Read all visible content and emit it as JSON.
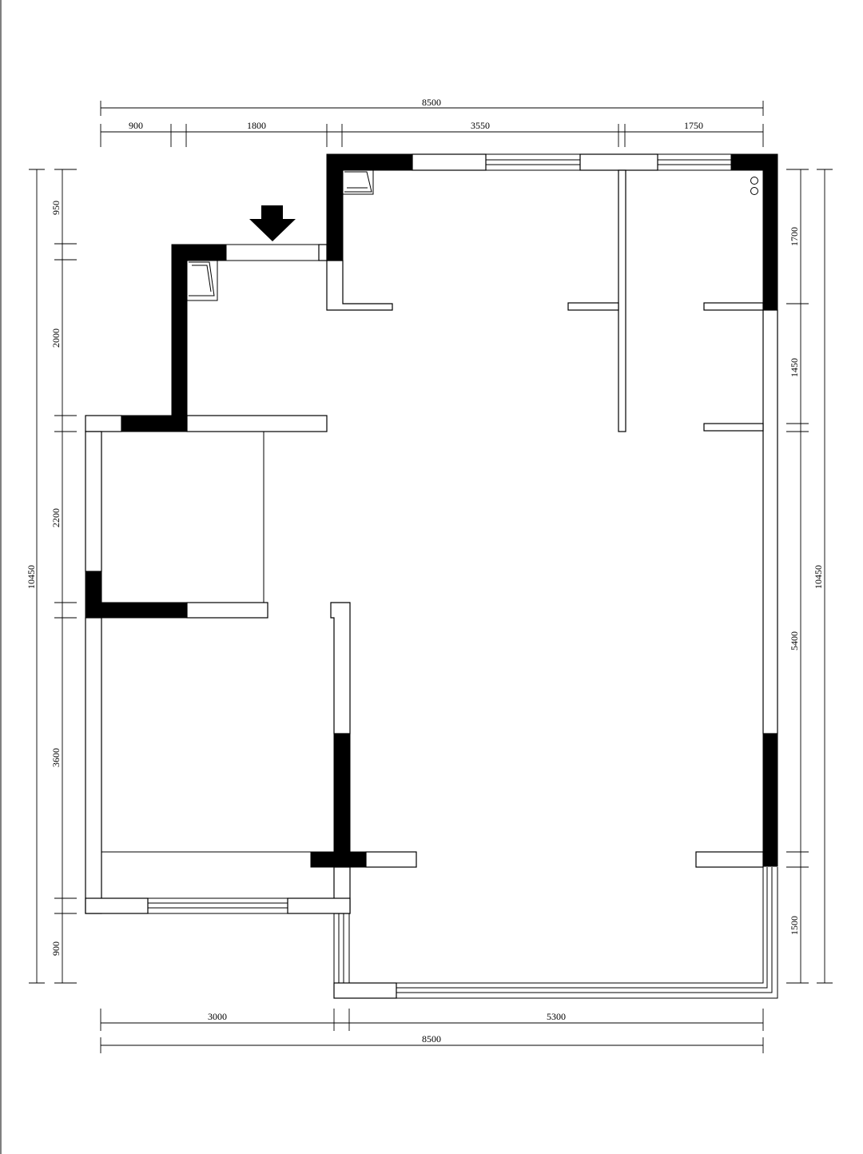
{
  "colors": {
    "ink": "#000000",
    "paper": "#ffffff"
  },
  "icons": {
    "entrance": "entrance-arrow-icon",
    "shaft": "utility-shaft-icon",
    "pipes": "pipe-circles-icon"
  },
  "dimensions": {
    "top_total": "8500",
    "top_segments": [
      "900",
      "1800",
      "3550",
      "1750"
    ],
    "bottom_segments": [
      "3000",
      "5300"
    ],
    "bottom_total": "8500",
    "left_total": "10450",
    "left_segments": [
      "950",
      "2000",
      "2200",
      "3600",
      "900"
    ],
    "right_total": "10450",
    "right_segments": [
      "1700",
      "1450",
      "5400",
      "1500"
    ]
  }
}
